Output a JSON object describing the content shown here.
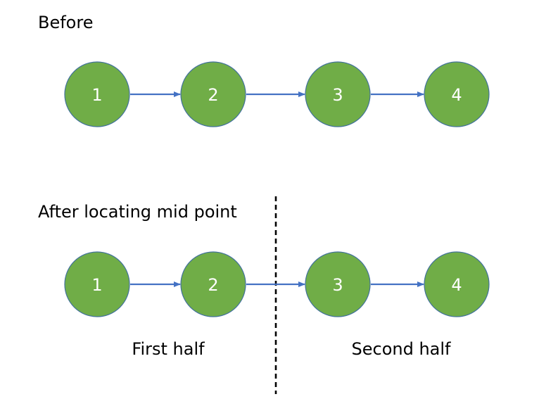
{
  "colors": {
    "node_fill": "#70ad47",
    "node_stroke": "#41719c",
    "arrow": "#4472c4",
    "text": "#000000",
    "node_text": "#ffffff",
    "divider": "#000000"
  },
  "before": {
    "heading": "Before",
    "nodes": [
      {
        "label": "1"
      },
      {
        "label": "2"
      },
      {
        "label": "3"
      },
      {
        "label": "4"
      }
    ]
  },
  "after": {
    "heading": "After locating mid point",
    "nodes": [
      {
        "label": "1"
      },
      {
        "label": "2"
      },
      {
        "label": "3"
      },
      {
        "label": "4"
      }
    ],
    "first_half_label": "First half",
    "second_half_label": "Second half"
  }
}
